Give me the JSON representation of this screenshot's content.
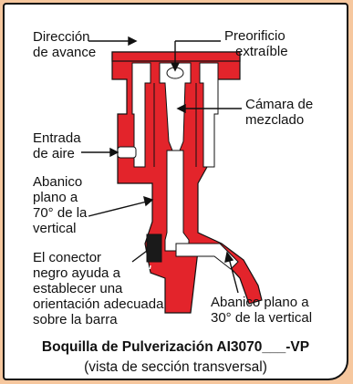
{
  "labels": {
    "direccion": [
      "Dirección",
      "de avance"
    ],
    "preorificio": [
      "Preorificio",
      "extraíble"
    ],
    "camara": [
      "Cámara de",
      "mezclado"
    ],
    "entrada": [
      "Entrada",
      "de aire"
    ],
    "abanico70": [
      "Abanico",
      "plano a",
      "70° de la",
      "vertical"
    ],
    "conector": [
      "El conector",
      "negro ayuda a",
      "establecer una",
      "orientación adecuada",
      "sobre la barra"
    ],
    "abanico30": [
      "Abanico plano a",
      "30° de la vertical"
    ]
  },
  "caption": {
    "title": "Boquilla de Pulverización AI3070___-VP",
    "subtitle": "(vista de sección transversal)"
  },
  "colors": {
    "body_red": "#e3242b",
    "connector_black": "#1a1a1a",
    "background_tan": "#f6c79e"
  }
}
